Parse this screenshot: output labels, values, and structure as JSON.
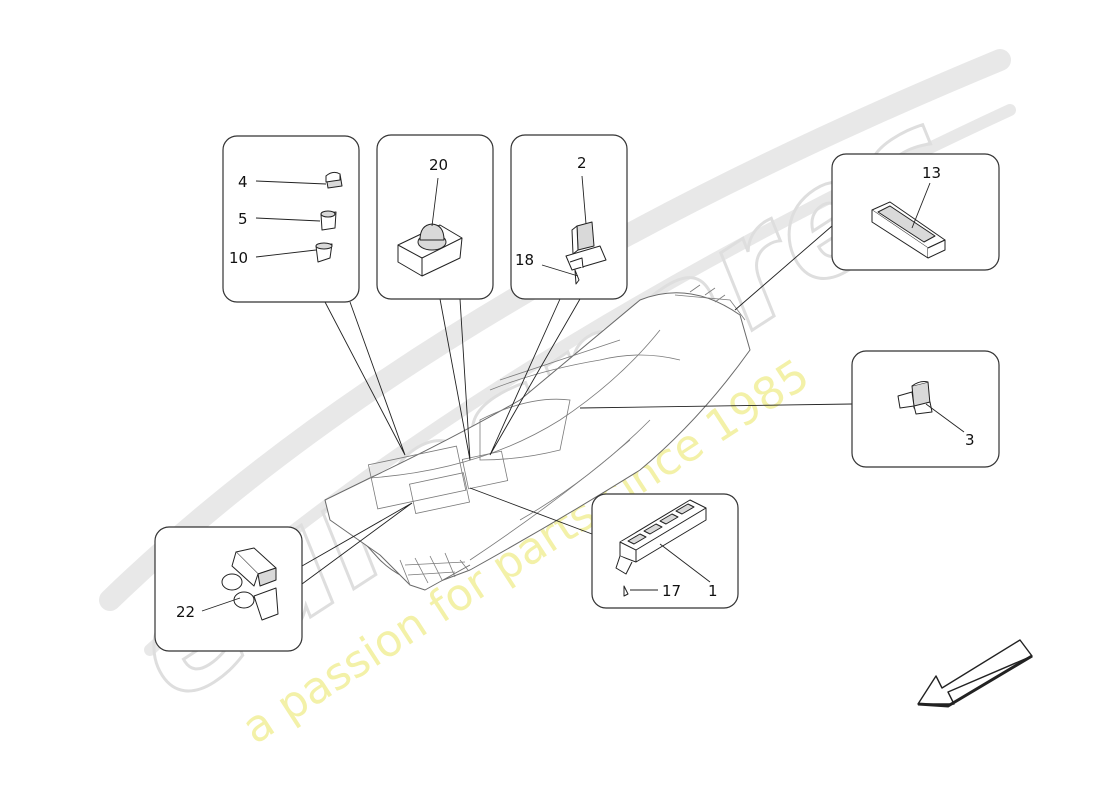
{
  "diagram": {
    "callouts": [
      {
        "id": "c4",
        "label": "4"
      },
      {
        "id": "c5",
        "label": "5"
      },
      {
        "id": "c10",
        "label": "10"
      },
      {
        "id": "c20",
        "label": "20"
      },
      {
        "id": "c2",
        "label": "2"
      },
      {
        "id": "c18",
        "label": "18"
      },
      {
        "id": "c13",
        "label": "13"
      },
      {
        "id": "c3",
        "label": "3"
      },
      {
        "id": "c1",
        "label": "1"
      },
      {
        "id": "c17",
        "label": "17"
      },
      {
        "id": "c22",
        "label": "22"
      }
    ],
    "direction_arrow": "arrow-down-left"
  },
  "watermark": {
    "brand": "eurospares",
    "tagline": "a passion for parts since 1985"
  },
  "colors": {
    "line": "#222222",
    "watermark_gray": "#dedede",
    "watermark_yellow": "#f3f1a8"
  }
}
